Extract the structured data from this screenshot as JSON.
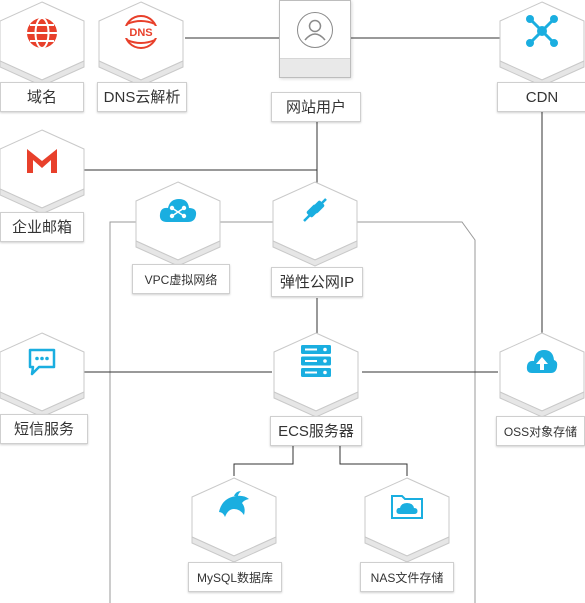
{
  "colors": {
    "accent": "#1aaee0",
    "mail": "#e83a2a",
    "line": "#333333",
    "boundary": "#999999"
  },
  "nodes": {
    "domain": {
      "label": "域名",
      "icon": "globe-icon"
    },
    "dns": {
      "label": "DNS云解析",
      "icon": "dns-icon"
    },
    "user": {
      "label": "网站用户",
      "icon": "user-icon"
    },
    "cdn": {
      "label": "CDN",
      "icon": "cdn-icon"
    },
    "email": {
      "label": "企业邮箱",
      "icon": "mail-icon"
    },
    "vpc": {
      "label": "VPC虚拟网络",
      "icon": "cloud-network-icon"
    },
    "eip": {
      "label": "弹性公网IP",
      "icon": "plug-icon"
    },
    "sms": {
      "label": "短信服务",
      "icon": "chat-icon"
    },
    "ecs": {
      "label": "ECS服务器",
      "icon": "server-icon"
    },
    "oss": {
      "label": "OSS对象存储",
      "icon": "cloud-storage-icon"
    },
    "mysql": {
      "label": "MySQL数据库",
      "icon": "dolphin-icon"
    },
    "nas": {
      "label": "NAS文件存储",
      "icon": "folder-icon"
    }
  }
}
